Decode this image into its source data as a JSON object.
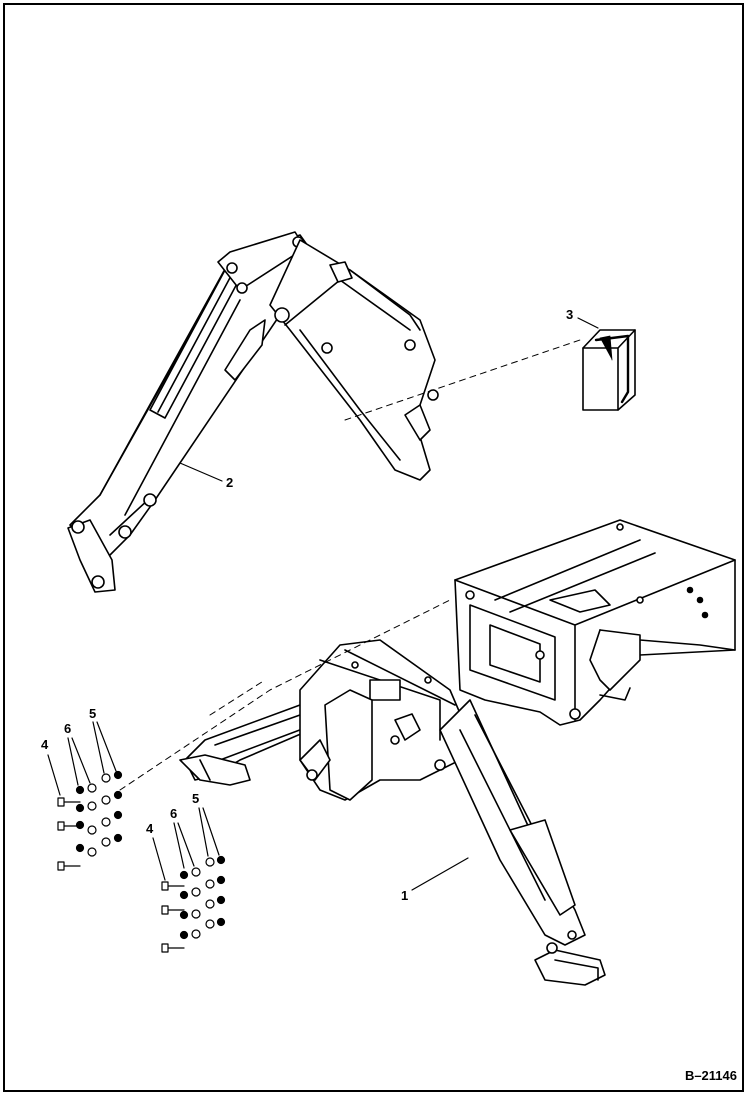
{
  "callouts": {
    "c1": "1",
    "c2": "2",
    "c3": "3",
    "c4a": "4",
    "c5a": "5",
    "c6a": "6",
    "c4b": "4",
    "c5b": "5",
    "c6b": "6"
  },
  "figure_id": "B–21146",
  "colors": {
    "line": "#000000",
    "paper": "#ffffff",
    "shade": "#9a9a9a"
  }
}
